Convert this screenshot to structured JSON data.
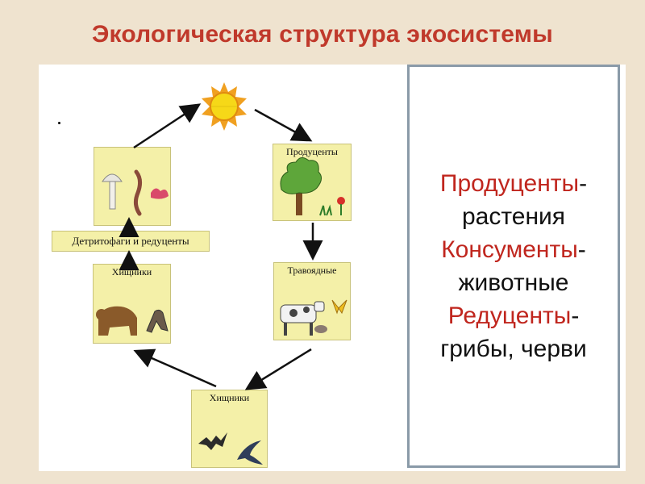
{
  "title": "Экологическая структура экосистемы",
  "diagram": {
    "labels": {
      "producers": "Продуценты",
      "detritivores": "Детритофаги и редуценты",
      "herbivores": "Травоядные",
      "predators_left": "Хищники",
      "predators_bottom": "Хищники"
    }
  },
  "legend": {
    "line1_red": "Продуценты",
    "line1_black": "-",
    "line2": "растения",
    "line3_red": "Консументы",
    "line3_black": "-",
    "line4": "животные",
    "line5_red": "Редуценты",
    "line5_black": "-",
    "line6": "грибы, черви"
  },
  "colors": {
    "title": "#c0392b",
    "card_fill": "#f4f0a8",
    "legend_red": "#c0261e",
    "box_border": "#8a9aa8"
  }
}
